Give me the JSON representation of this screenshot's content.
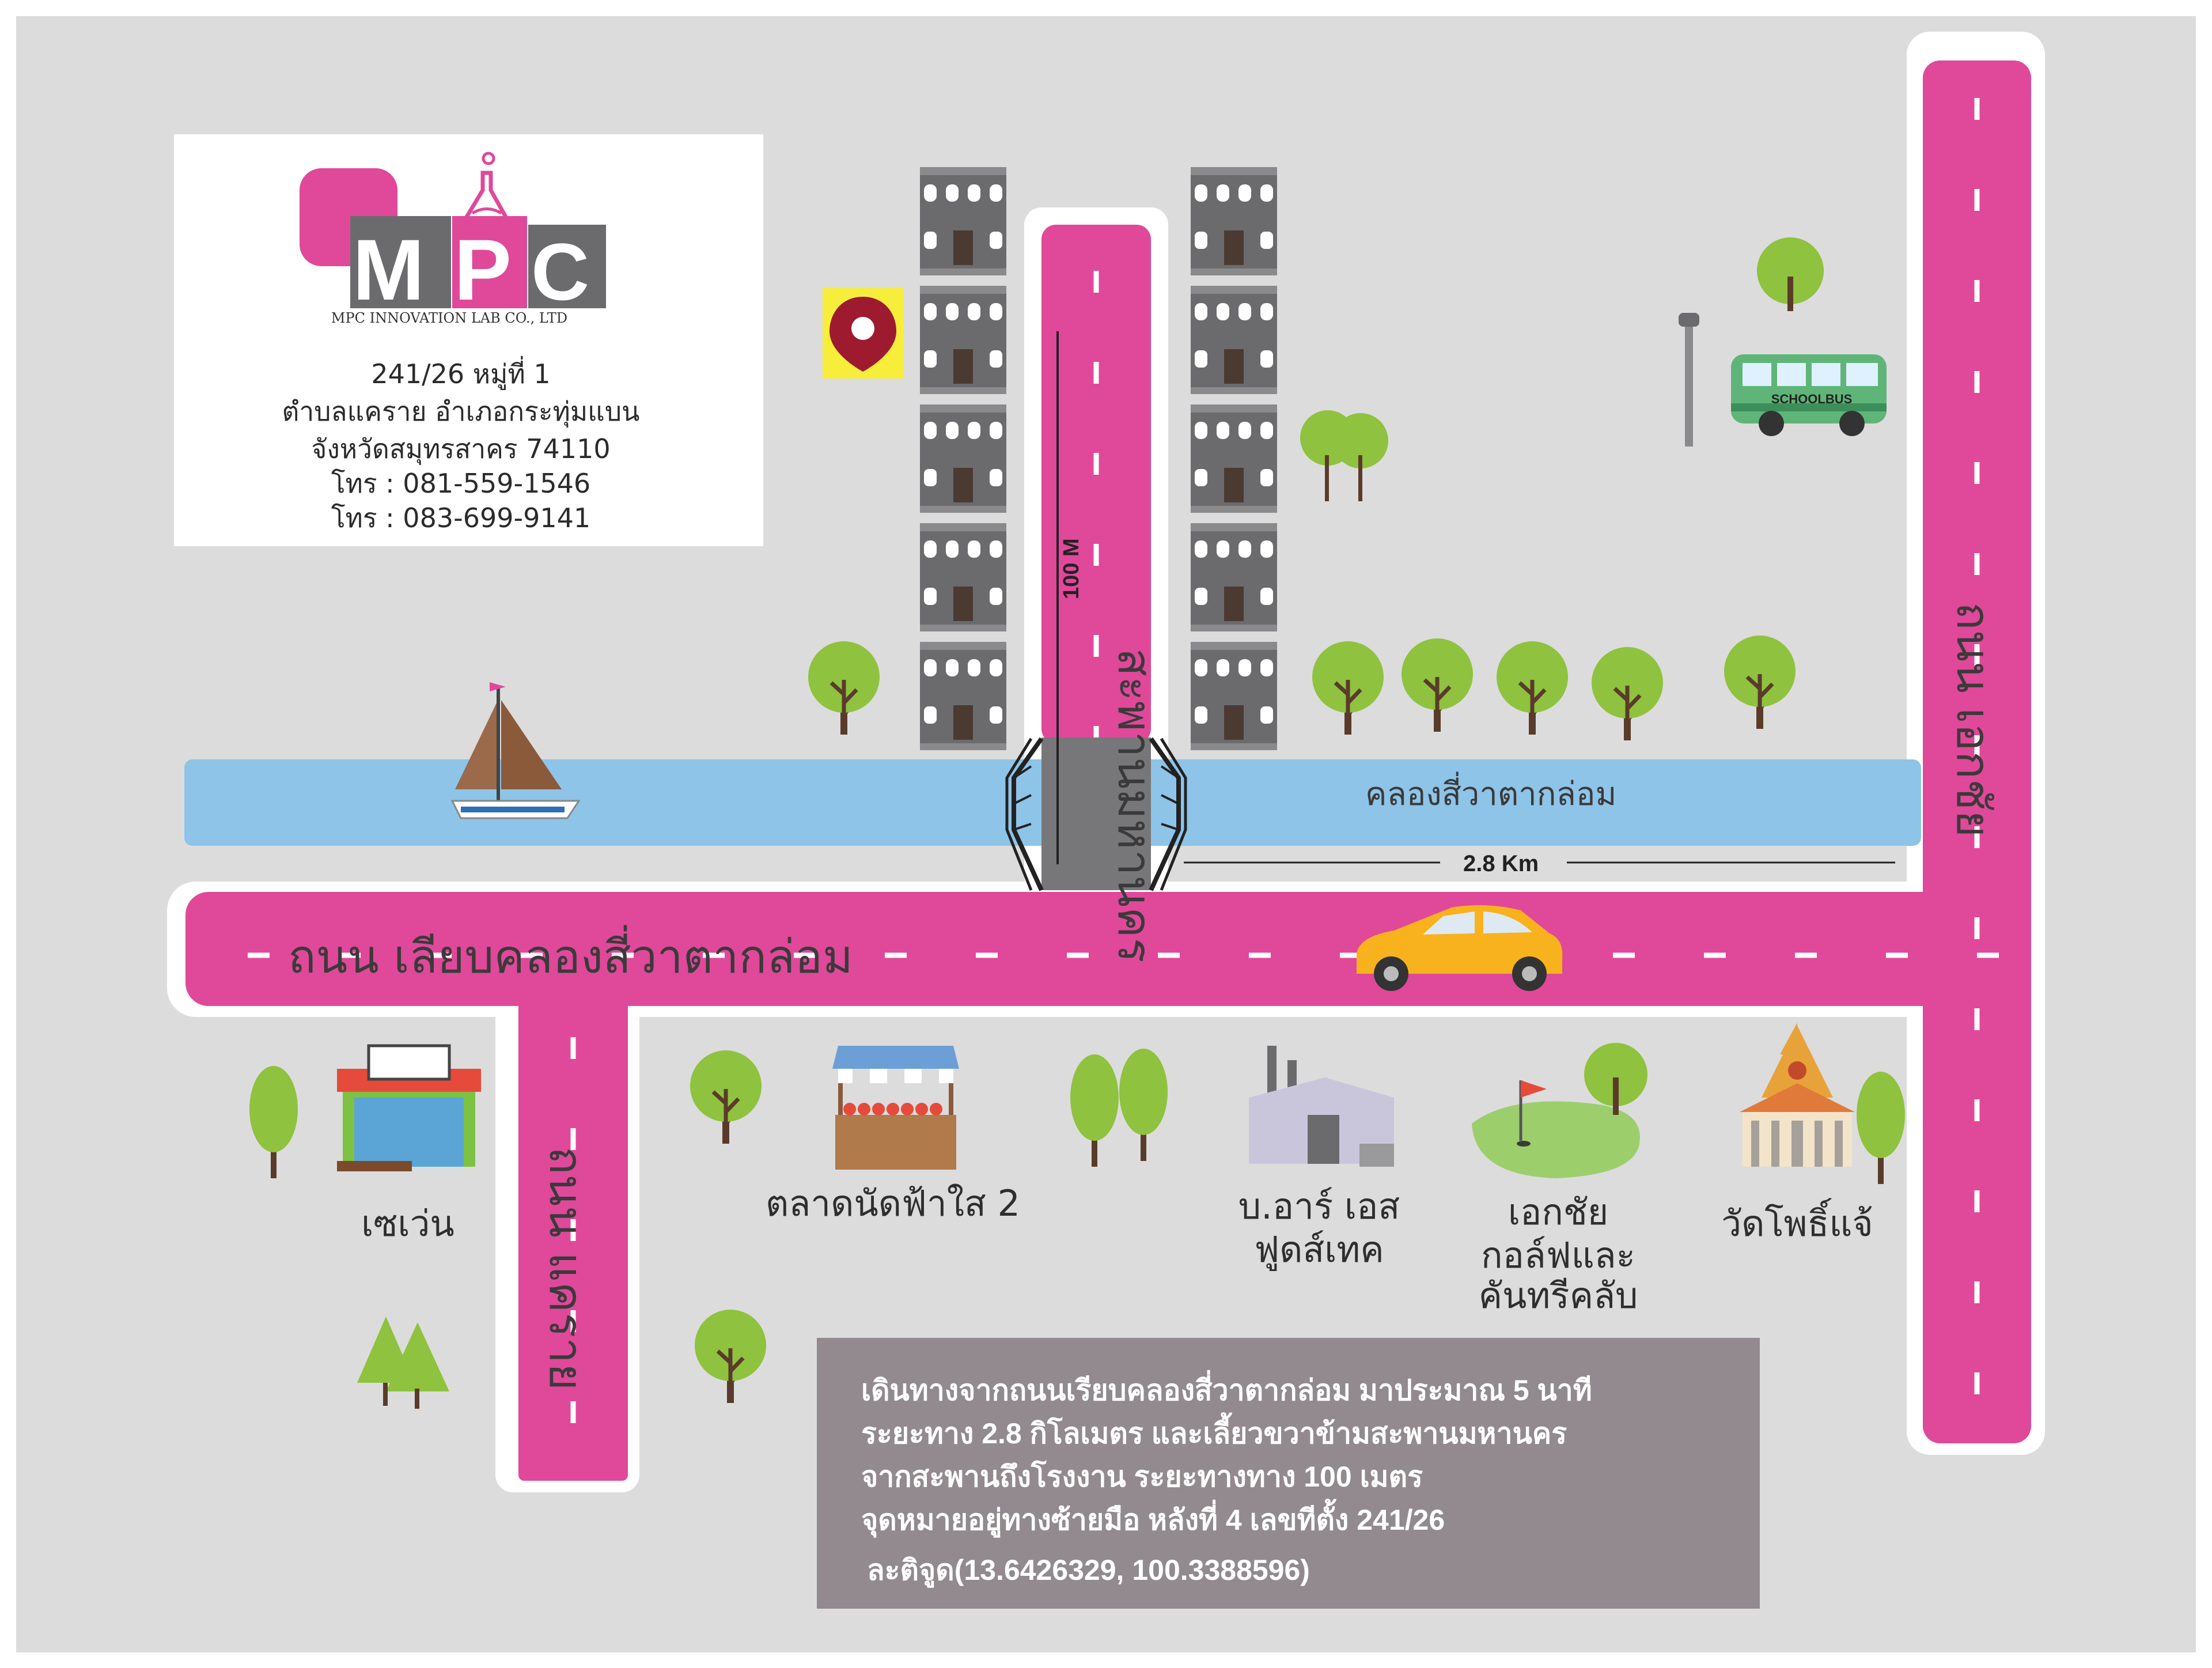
{
  "company": {
    "logo_letters": "MPC",
    "name": "MPC INNOVATION LAB CO., LTD",
    "address": [
      "241/26 หมู่ที่ 1",
      "ตำบลแคราย อำเภอกระทุ่มแบน",
      "จังหวัดสมุทรสาคร 74110",
      "โทร : 081-559-1546",
      "โทร : 083-699-9141"
    ]
  },
  "roads": {
    "main": "ถนน เลียบคลองสี่วาตากล่อม",
    "right": "ถนน เอกชัย",
    "left": "ถนน แคราย",
    "bridge": "สะพานมหานคร"
  },
  "canal": "คลองสี่วาตากล่อม",
  "distances": {
    "bridge_to_factory": "100 M",
    "along_canal": "2.8 Km"
  },
  "vehicles": {
    "school_bus": "SCHOOLBUS"
  },
  "places": {
    "seven": "เซเว่น",
    "market": "ตลาดนัดฟ้าใส 2",
    "factory_line1": "บ.อาร์ เอส",
    "factory_line2": "ฟูดส์เทค",
    "golf_line1": "เอกชัย",
    "golf_line2": "กอล์ฟและ",
    "golf_line3": "คันทรีคลับ",
    "temple": "วัดโพธิ์แจ้"
  },
  "directions": {
    "lines": [
      "เดินทางจากถนนเรียบคลองสี่วาตากล่อม มาประมาณ  5 นาที",
      "ระยะทาง 2.8 กิโลเมตร  และเลี้ยวขวาข้ามสะพานมหานคร",
      "จากสะพานถึงโรงงาน ระยะทางทาง 100 เมตร",
      "จุดหมายอยู่ทางซ้ายมือ หลังที่ 4 เลขทีตั้ง 241/26"
    ],
    "coordinates": "ละติจูด(13.6426329, 100.3388596)"
  },
  "colors": {
    "background": "#dcdcdc",
    "road": "#e0489a",
    "canal": "#8ec4e8",
    "building": "#6b6b6e",
    "info_box": "#928a8e",
    "tree": "#8fc23f"
  }
}
